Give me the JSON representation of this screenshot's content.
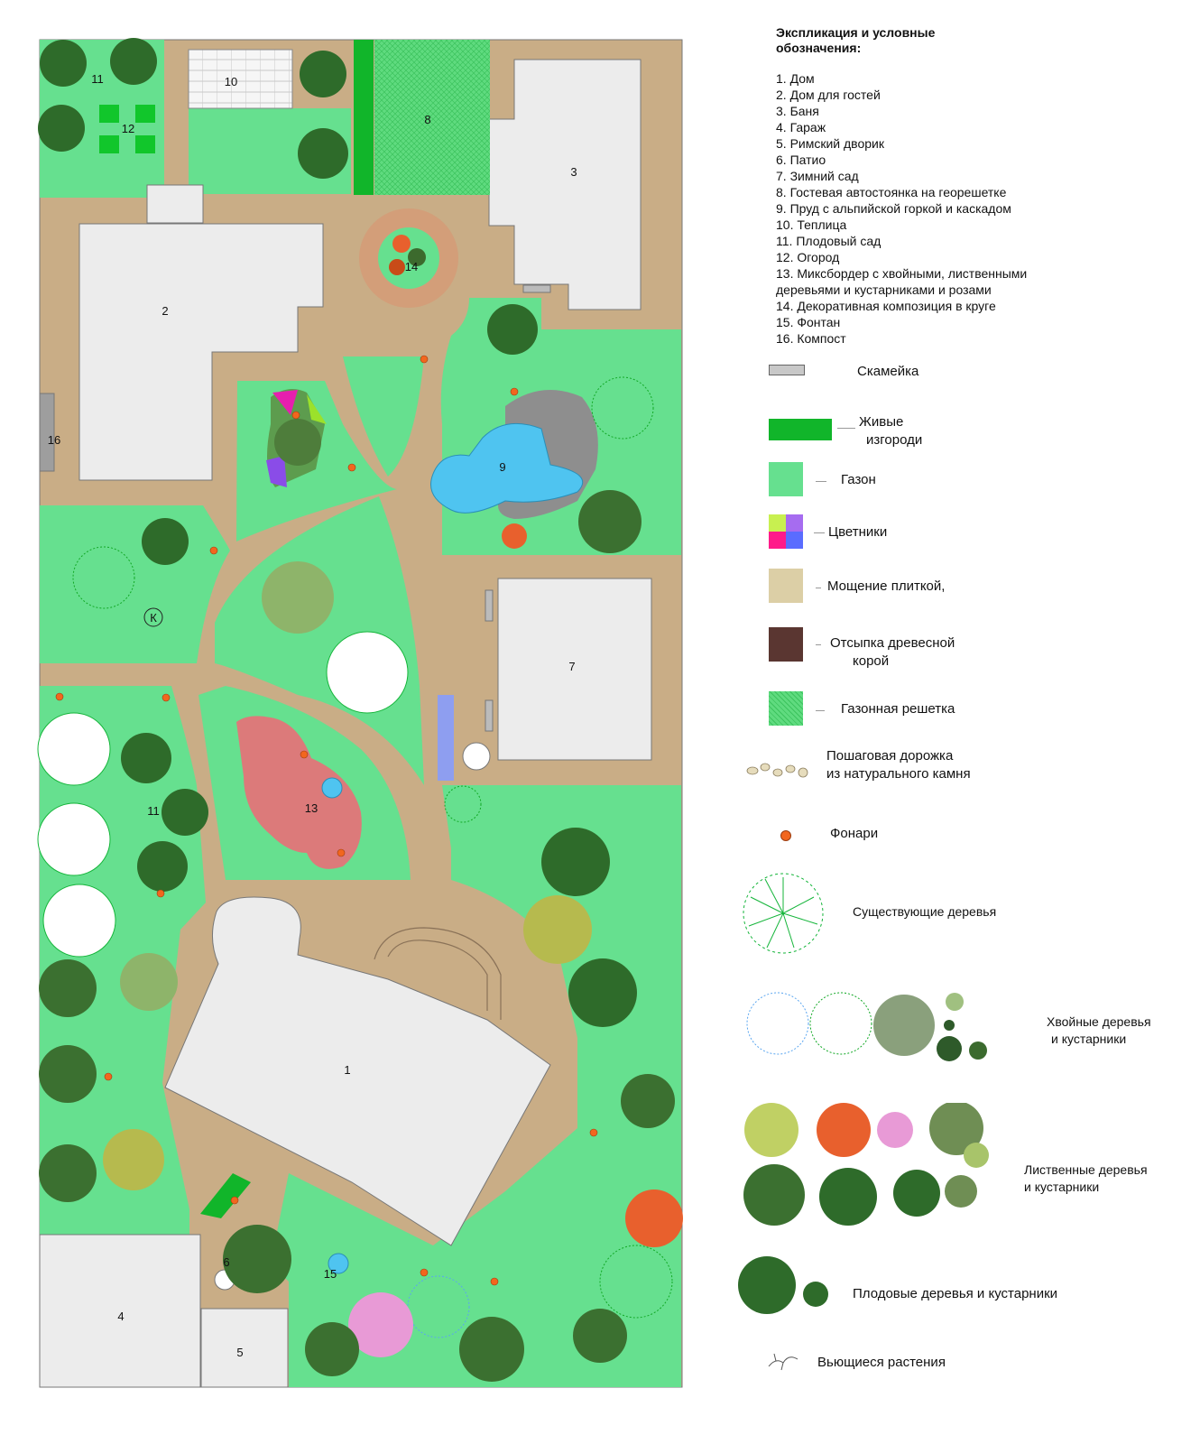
{
  "plan": {
    "zones": {
      "house": "1",
      "guest_house": "2",
      "bath": "3",
      "garage": "4",
      "roman_yard": "5",
      "patio": "6",
      "winter_garden": "7",
      "parking": "8",
      "pond": "9",
      "greenhouse": "10",
      "orchard_top": "11",
      "orchard_mid": "11",
      "vegetable_garden": "12",
      "mixborder": "13",
      "circle_composition": "14",
      "fountain": "15",
      "compost": "16",
      "compost_marker": "К"
    }
  },
  "legend": {
    "title": "Экспликация и условные обозначения:",
    "items": [
      "1. Дом",
      "2. Дом для гостей",
      "3. Баня",
      "4. Гараж",
      "5. Римский дворик",
      "6. Патио",
      "7. Зимний сад",
      "8. Гостевая автостоянка на георешетке",
      "9. Пруд с альпийской горкой и каскадом",
      "10. Теплица",
      "11. Плодовый сад",
      "12. Огород",
      "13. Миксбордер с хвойными, лиственными",
      "деревьями и кустарниками и розами",
      "14. Декоративная композиция в круге",
      "15. Фонтан",
      "16. Компост"
    ],
    "symbols": {
      "bench": "Скамейка",
      "hedge_1": "Живые",
      "hedge_2": "изгороди",
      "lawn": "Газон",
      "flowerbeds": "Цветники",
      "paving": "Мощение плиткой,",
      "bark_1": "Отсыпка древесной",
      "bark_2": "корой",
      "grid": "Газонная решетка",
      "path_1": "Пошаговая дорожка",
      "path_2": "из натурального камня",
      "lights": "Фонари",
      "existing_trees": "Существующие деревья",
      "conifers_1": "Хвойные деревья",
      "conifers_2": "и кустарники",
      "deciduous_1": "Лиственные деревья",
      "deciduous_2": "и кустарники",
      "fruit": "Плодовые деревья и кустарники",
      "climbers": "Вьющиеся растения"
    },
    "colors": {
      "lawn": "#66e08f",
      "hedge": "#11b52a",
      "paving": "#dccfa6",
      "path": "#c9ad86",
      "bark": "#5a3631",
      "building": "#ececec",
      "water": "#4fc4f0",
      "lamp": "#f2661e"
    }
  }
}
